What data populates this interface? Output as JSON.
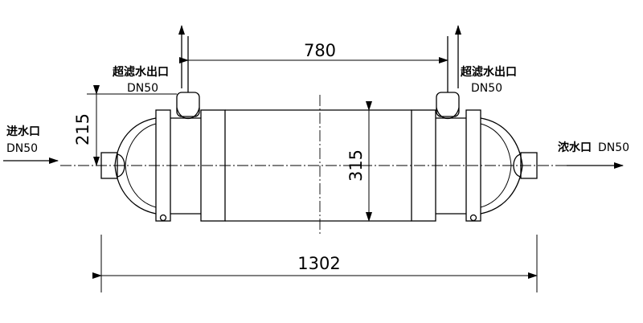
{
  "labels": {
    "inlet": {
      "name": "进水口",
      "size": "DN50"
    },
    "outlet_left": {
      "name": "超滤水出口",
      "size": "DN50"
    },
    "outlet_right": {
      "name": "超滤水出口",
      "size": "DN50"
    },
    "concentrate": {
      "name": "浓水口",
      "size": "DN50"
    }
  },
  "dimensions": {
    "port_spacing": "780",
    "overall_length": "1302",
    "flange_height": "215",
    "shell_diameter": "315"
  }
}
